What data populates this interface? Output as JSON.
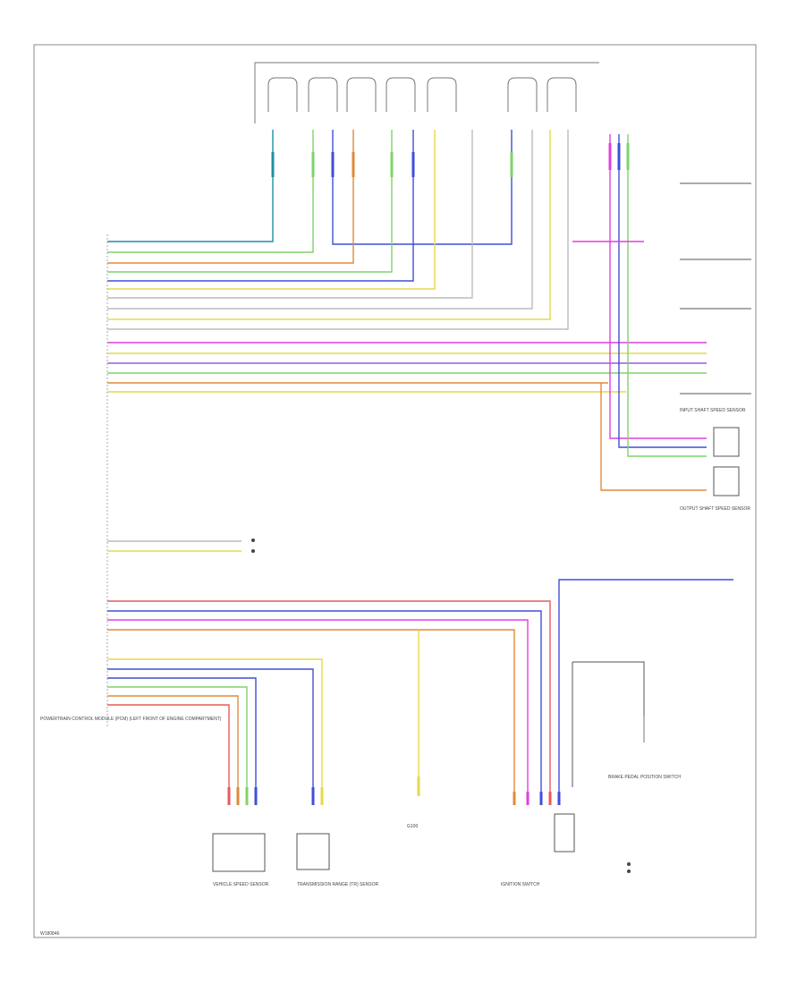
{
  "diagram_id": "W180846",
  "labels": {
    "tcm": "POWERTRAIN CONTROL MODULE (PCM) (LEFT FRONT OF ENGINE COMPARTMENT)",
    "vss": "VEHICLE SPEED SENSOR",
    "tr_sensor": "TRANSMISSION RANGE (TR) SENSOR",
    "shaft_speed": "INPUT SHAFT SPEED SENSOR",
    "output_speed": "OUTPUT SHAFT SPEED SENSOR",
    "ignition_switch": "IGNITION SWITCH",
    "brake_switch": "BRAKE PEDAL POSITION SWITCH",
    "ground": "G100"
  },
  "colors": {
    "wire_teal": "#1f8fa6",
    "wire_green": "#7fd36a",
    "wire_blue": "#3f4fd8",
    "wire_orange": "#e08a3a",
    "wire_yellow": "#e8d84a",
    "wire_magenta": "#e03fe0",
    "wire_red": "#e85a5a",
    "wire_violet": "#9a5ae0",
    "outline": "#555555"
  }
}
